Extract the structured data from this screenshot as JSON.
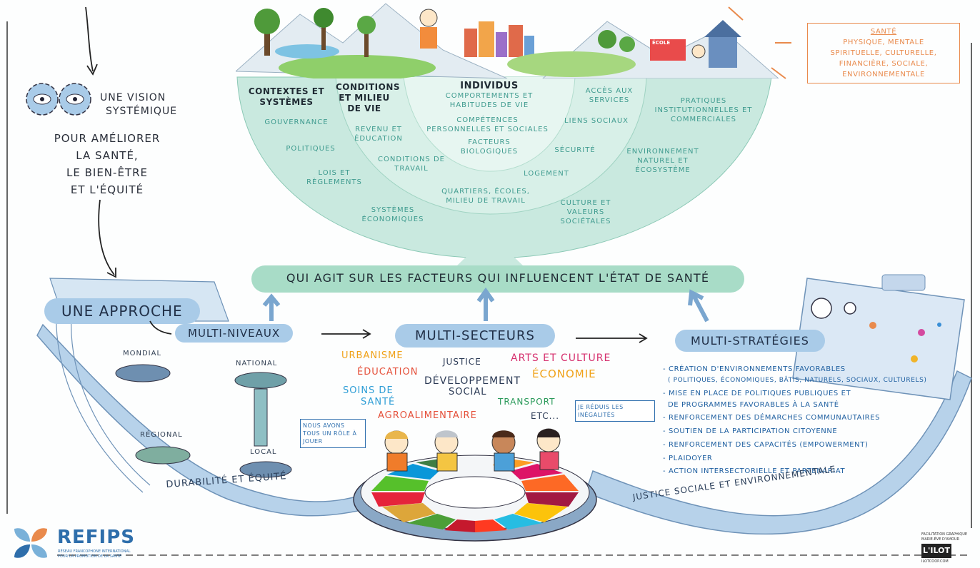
{
  "vision": {
    "title_line1": "UNE VISION",
    "title_line2": "SYSTÉMIQUE",
    "goal_line1": "POUR AMÉLIORER",
    "goal_line2": "LA SANTÉ,",
    "goal_line3": "LE BIEN-ÊTRE",
    "goal_line4": "ET L'ÉQUITÉ"
  },
  "health_box": {
    "title": "SANTÉ",
    "line1": "PHYSIQUE, MENTALE",
    "line2": "SPIRITUELLE, CULTURELLE,",
    "line3": "FINANCIÈRE, SOCIALE,",
    "line4": "ENVIRONNEMENTALE"
  },
  "landscape": {
    "school_sign": "ÉCOLE"
  },
  "fan": {
    "contexts_head": "CONTEXTES ET SYSTÈMES",
    "conditions_head": "CONDITIONS ET MILIEU DE VIE",
    "individus_head": "INDIVIDUS",
    "items": {
      "gouvernance": "GOUVERNANCE",
      "politiques": "POLITIQUES",
      "lois": "LOIS ET RÈGLEMENTS",
      "systemes": "SYSTÈMES ÉCONOMIQUES",
      "revenu": "REVENU ET ÉDUCATION",
      "conditions_travail": "CONDITIONS DE TRAVAIL",
      "quartiers": "QUARTIERS, ÉCOLES, MILIEU DE TRAVAIL",
      "comportements": "COMPORTEMENTS ET HABITUDES DE VIE",
      "competences": "COMPÉTENCES PERSONNELLES ET SOCIALES",
      "facteurs": "FACTEURS BIOLOGIQUES",
      "logement": "LOGEMENT",
      "acces": "ACCÈS AUX SERVICES",
      "liens": "LIENS SOCIAUX",
      "securite": "SÉCURITÉ",
      "culture": "CULTURE ET VALEURS SOCIÉTALES",
      "pratiques": "PRATIQUES INSTITUTIONNELLES ET COMMERCIALES",
      "environnement": "ENVIRONNEMENT NATUREL ET ÉCOSYSTÈME"
    }
  },
  "banner": "QUI AGIT SUR LES FACTEURS QUI INFLUENCENT L'ÉTAT DE SANTÉ",
  "approach": {
    "title": "UNE APPROCHE",
    "multi_niveaux": "MULTI-NIVEAUX",
    "multi_secteurs": "MULTI-SECTEURS",
    "multi_strategies": "MULTI-STRATÉGIES"
  },
  "levels": {
    "mondial": "MONDIAL",
    "national": "NATIONAL",
    "regional": "RÉGIONAL",
    "local": "LOCAL"
  },
  "sectors": {
    "urbanisme": "URBANISME",
    "justice": "JUSTICE",
    "arts": "ARTS ET CULTURE",
    "education": "ÉDUCATION",
    "developpement1": "DÉVELOPPEMENT",
    "developpement2": "SOCIAL",
    "economie": "ÉCONOMIE",
    "soins1": "SOINS DE",
    "soins2": "SANTÉ",
    "transport": "TRANSPORT",
    "agro": "AGROALIMENTAIRE",
    "etc": "ETC..."
  },
  "strategies": [
    "- CRÉATION D'ENVIRONNEMENTS FAVORABLES",
    "( POLITIQUES, ÉCONOMIQUES, BÂTIS, NATURELS, SOCIAUX, CULTURELS)",
    "- MISE EN PLACE DE POLITIQUES PUBLIQUES ET",
    "DE PROGRAMMES FAVORABLES À LA SANTÉ",
    "- RENFORCEMENT DES DÉMARCHES COMMUNAUTAIRES",
    "- SOUTIEN DE LA PARTICIPATION CITOYENNE",
    "- RENFORCEMENT DES CAPACITÉS (EMPOWERMENT)",
    "- PLAIDOYER",
    "- ACTION INTERSECTORIELLE ET PARTENARIAT"
  ],
  "bubbles": {
    "left": "NOUS AVONS TOUS UN RÔLE À JOUER",
    "right": "JE RÉDUIS LES INÉGALITÉS"
  },
  "ribbons": {
    "durabilite": "DURABILITÉ ET ÉQUITÉ",
    "justice": "JUSTICE SOCIALE ET ENVIRONNEMENTALE"
  },
  "logo": {
    "name": "REFIPS",
    "subtitle1": "RÉSEAU FRANCOPHONE INTERNATIONAL",
    "subtitle2": "POUR LA PROMOTION DE LA SANTÉ"
  },
  "credit": {
    "line1": "FACILITATION GRAPHIQUE",
    "line2": "MARIE-ÈVE D'AMOUR",
    "brand": "L'ILOT",
    "site": "ILOTCOOP.COM"
  },
  "colors": {
    "fan": "#c9e9df",
    "pill": "#a9cbe8",
    "banner": "#a8dcc7",
    "ribbon": "#b7d2ea",
    "health_box": "#e98a4c",
    "logo_blue": "#2e6eab"
  }
}
